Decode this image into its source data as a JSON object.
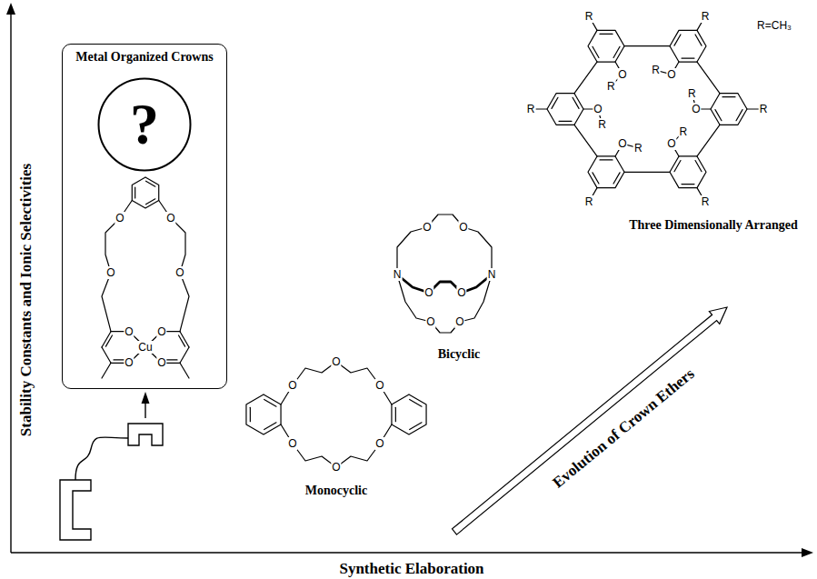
{
  "diagram": {
    "nodes": [
      {
        "text": [
          "Metal Organized Crowns"
        ]
      },
      {
        "text": [
          "?"
        ],
        "in": 0
      }
    ],
    "labels": [
      "R",
      "R",
      "R",
      "R",
      "R",
      "R",
      "O",
      "O",
      "O",
      "O",
      "O",
      "O",
      "R",
      "R",
      "R",
      "R",
      "R",
      "R",
      "R=CH₃",
      "Three Dimensionally Arranged",
      "Stability Constants and Ionic Selectivities",
      "O",
      "O",
      "O",
      "O",
      "O",
      "Cu",
      "O",
      "O",
      "O",
      "O",
      "O",
      "N",
      "N",
      "O",
      "O",
      "O",
      "O",
      "Bicyclic",
      "Evolution of Crown Ethers",
      "O",
      "O",
      "O",
      "O",
      "O",
      "O",
      "Monocyclic",
      "Synthetic Elaboration"
    ]
  }
}
